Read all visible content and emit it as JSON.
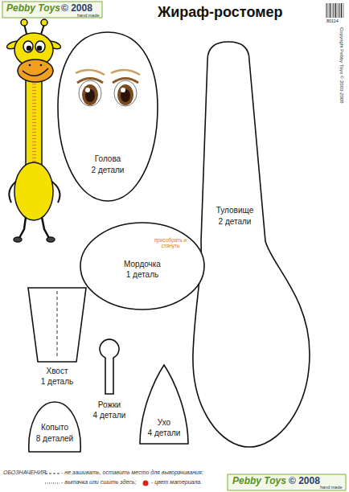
{
  "diagram": {
    "title": "Жираф-ростомер",
    "nodes": [
      {
        "text": [
          "Голова",
          "2 детали"
        ]
      },
      {
        "text": [
          "Туловище",
          "2 детали"
        ]
      },
      {
        "text": [
          "Мордочка",
          "1 деталь"
        ]
      },
      {
        "text": [
          "Хвост",
          "1 деталь"
        ]
      },
      {
        "text": [
          "Рожки",
          "4 детали"
        ]
      },
      {
        "text": [
          "Ухо",
          "4 детали"
        ]
      },
      {
        "text": [
          "Копыто",
          "8 деталей"
        ]
      }
    ],
    "labels": [
      "Pebby Toys",
      "© 2008",
      "hand made",
      "80114",
      "Copyright Pebby Toys © 2003-2008",
      "присобрать и стянуть",
      "ОБОЗНАЧЕНИЯ:",
      "Pebby Toys",
      "© 2008",
      "hand made"
    ],
    "legend": [
      {
        "text": "- не зашивать, оставить место для выворачивания;"
      },
      {
        "text": "- вытачка или сшить здесь;"
      },
      {
        "text": "- цвет материала.",
        "color": "#e0201a"
      }
    ]
  }
}
